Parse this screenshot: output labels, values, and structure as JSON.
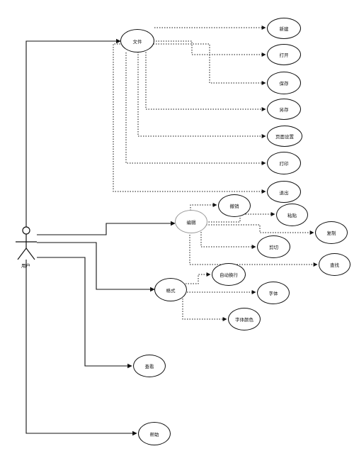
{
  "actor": {
    "label": "用户"
  },
  "nodes": {
    "file": "文件",
    "new": "新建",
    "open": "打开",
    "save": "保存",
    "save_as": "另存",
    "page_setup": "页面设置",
    "print": "打印",
    "exit": "退出",
    "edit": "编辑",
    "undo": "撤销",
    "paste": "粘贴",
    "copy": "复制",
    "cut": "剪切",
    "find": "查找",
    "format": "格式",
    "word_wrap": "自动换行",
    "font": "字体",
    "font_color": "字体颜色",
    "view": "查看",
    "help": "帮助"
  }
}
